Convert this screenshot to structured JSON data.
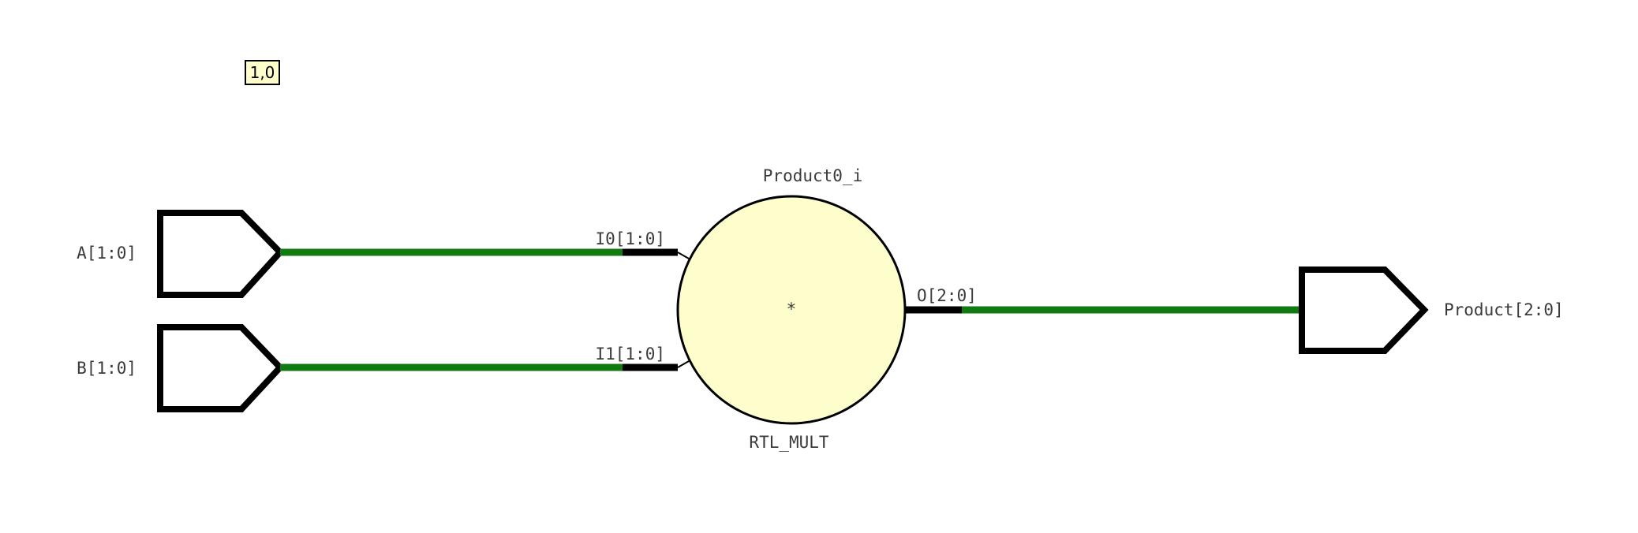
{
  "colors": {
    "background": "#ffffff",
    "net": "#117a11",
    "stub": "#000000",
    "port_outline": "#000000",
    "cell_fill": "#fefecd",
    "cell_outline": "#000000",
    "tag_fill": "#fefecd"
  },
  "annotation_tag": {
    "text": "1,0"
  },
  "input_ports": [
    {
      "id": "A",
      "label": "A[1:0]"
    },
    {
      "id": "B",
      "label": "B[1:0]"
    }
  ],
  "output_ports": [
    {
      "id": "Product",
      "label": "Product[2:0]"
    }
  ],
  "cell": {
    "instance_name": "Product0_i",
    "type": "RTL_MULT",
    "symbol": "*",
    "pins": {
      "in0": "I0[1:0]",
      "in1": "I1[1:0]",
      "out": "O[2:0]"
    }
  },
  "nets": [
    {
      "from": "A[1:0]",
      "to": "I0[1:0]"
    },
    {
      "from": "B[1:0]",
      "to": "I1[1:0]"
    },
    {
      "from": "O[2:0]",
      "to": "Product[2:0]"
    }
  ]
}
